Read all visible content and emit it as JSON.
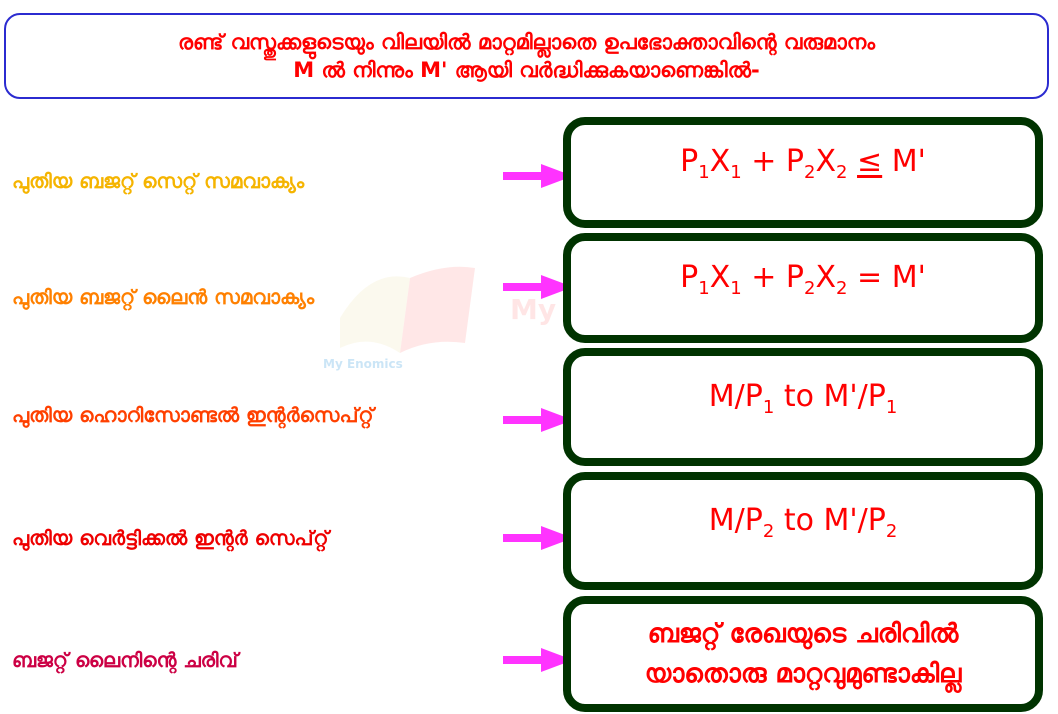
{
  "header": {
    "line1": "രണ്ട് വസ്തുക്കളുടെയും വിലയിൽ മാറ്റമില്ലാതെ ഉപഭോക്താവിന്റെ വരുമാനം",
    "line2": "M ൽ നിന്നും M' ആയി വർദ്ധിക്കുകയാണെങ്കിൽ-"
  },
  "colors": {
    "title_text": "#ff0000",
    "title_border": "#2b2bd0",
    "box_border": "#003300",
    "arrow": "#ff33ff",
    "answer_text": "#ff0000"
  },
  "watermark": {
    "text": "My Economics",
    "small_text": "My Enomics"
  },
  "rows": [
    {
      "label": "പുതിയ ബജറ്റ് സെറ്റ് സമവാക്യം",
      "label_color": "#f5b400",
      "answer": {
        "P1": "P",
        "s1": "1",
        "X1": "X",
        "s2": "1",
        "plus": " + ",
        "P2": "P",
        "s3": "2",
        "X2": "X",
        "s4": "2",
        "op": "≤",
        "rhs": "M'"
      }
    },
    {
      "label": "പുതിയ ബജറ്റ് ലൈൻ സമവാക്യം",
      "label_color": "#ff8000",
      "answer": {
        "P1": "P",
        "s1": "1",
        "X1": "X",
        "s2": "1",
        "plus": " + ",
        "P2": "P",
        "s3": "2",
        "X2": "X",
        "s4": "2",
        "op": "=",
        "rhs": "M'"
      }
    },
    {
      "label": "പുതിയ ഹൊറിസോണ്ടൽ ഇന്റർസെപ്റ്റ്",
      "label_color": "#ff4000",
      "answer": {
        "a": "M/P",
        "s1": "1",
        "mid": " to M'/P",
        "s2": "1"
      }
    },
    {
      "label": "പുതിയ വെർട്ടിക്കൽ ഇന്റർ സെപ്റ്റ്",
      "label_color": "#ee0000",
      "answer": {
        "a": "M/P",
        "s1": "2",
        "mid": " to M'/P",
        "s2": "2"
      }
    },
    {
      "label": "ബജറ്റ് ലൈനിന്റെ ചരിവ്",
      "label_color": "#cc0044",
      "answer": {
        "line1": "ബജറ്റ് രേഖയുടെ ചരിവിൽ",
        "line2": "യാതൊരു മാറ്റവുമുണ്ടാകില്ല"
      }
    }
  ]
}
